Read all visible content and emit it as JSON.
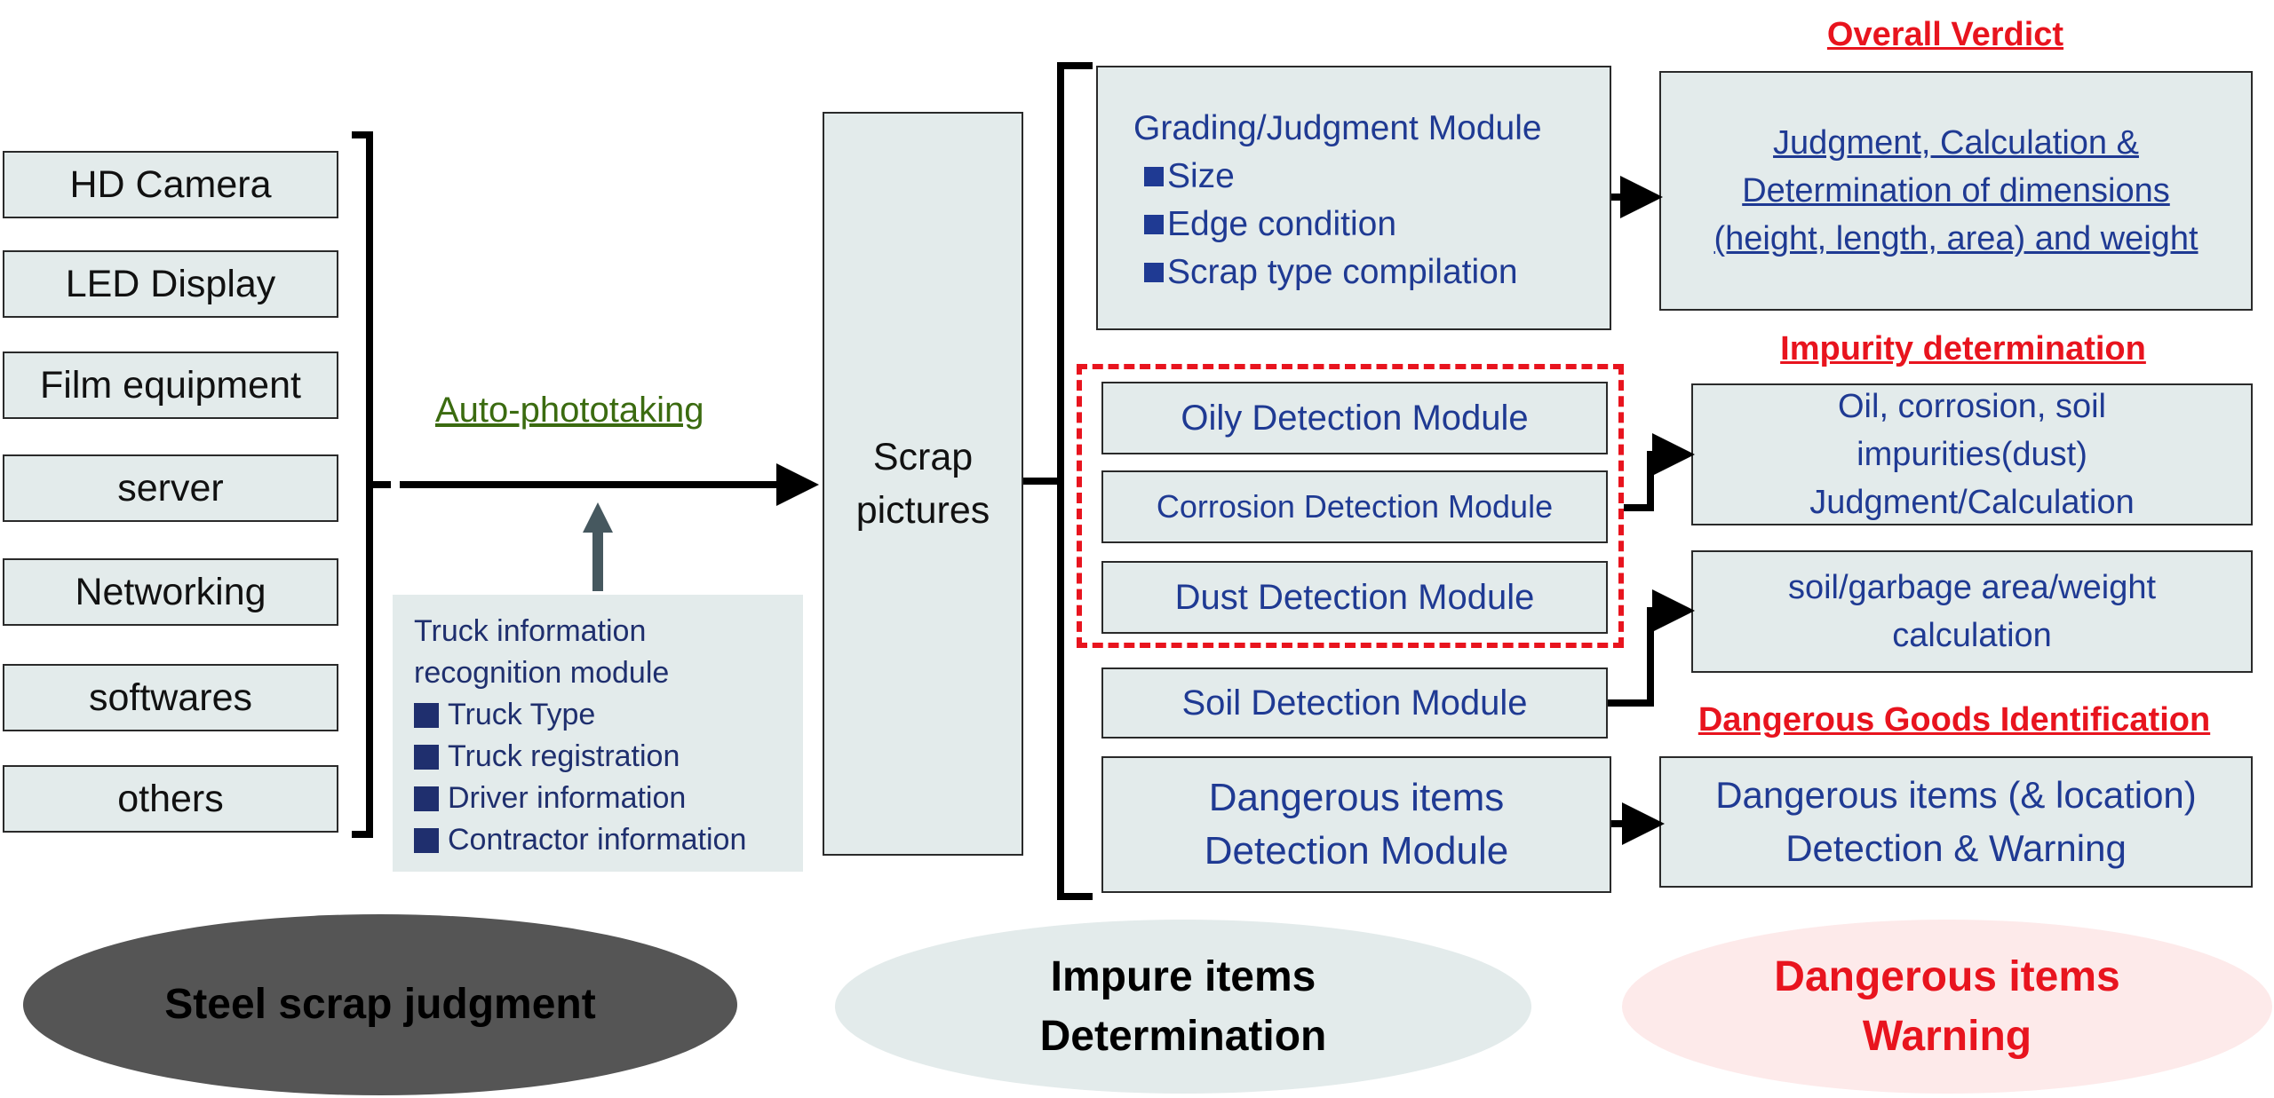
{
  "inputs": [
    "HD Camera",
    "LED Display",
    "Film equipment",
    "server",
    "Networking",
    "softwares",
    "others"
  ],
  "auto_label": "Auto-phototaking",
  "truck": {
    "title_lines": [
      "Truck information",
      "recognition module"
    ],
    "items": [
      "Truck Type",
      "Truck registration",
      "Driver information",
      "Contractor information"
    ]
  },
  "scrap": [
    "Scrap",
    "pictures"
  ],
  "grading": {
    "title": "Grading/Judgment Module",
    "items": [
      "Size",
      "Edge condition",
      "Scrap type compilation"
    ]
  },
  "modules": {
    "oily": "Oily Detection Module",
    "corrosion": "Corrosion Detection Module",
    "dust": "Dust Detection Module",
    "soil": "Soil Detection Module",
    "dangerous": [
      "Dangerous items",
      "Detection Module"
    ]
  },
  "headings": {
    "overall": "Overall Verdict",
    "impurity": "Impurity determination",
    "dangerous": "Dangerous Goods Identification"
  },
  "outputs": {
    "judgment": [
      "Judgment, Calculation &",
      "Determination of dimensions",
      "(height, length, area) and weight"
    ],
    "oil": [
      "Oil, corrosion, soil",
      "impurities(dust)",
      "Judgment/Calculation"
    ],
    "soil": [
      "soil/garbage area/weight",
      "calculation"
    ],
    "danger": [
      "Dangerous items (& location)",
      "Detection & Warning"
    ]
  },
  "ovals": {
    "steel": "Steel scrap judgment",
    "impure": [
      "Impure items",
      "Determination"
    ],
    "danger": [
      "Dangerous items",
      "Warning"
    ]
  },
  "colors": {
    "box_fill": "#e3ebeb",
    "module_text": "#1f3a93",
    "heading_red": "#e8141e",
    "auto_label": "#3b6b10",
    "oval_dark": "#555555",
    "oval_light": "#e3ebeb",
    "oval_pink": "#fdeaea"
  }
}
